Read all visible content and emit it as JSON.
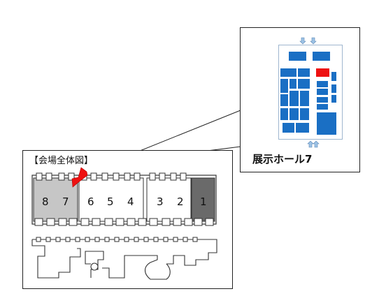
{
  "overview": {
    "title": "【会場全体図】",
    "hall_numbers": [
      "8",
      "7",
      "6",
      "5",
      "4",
      "3",
      "2",
      "1"
    ]
  },
  "detail": {
    "title": "展示ホール7"
  },
  "colors": {
    "booth_blue": "#1a6fc4",
    "booth_highlight": "#ee1111",
    "hall_grey_light": "#c6c6c6",
    "hall_grey_dark": "#6a6a6a",
    "pointer_arrow": "#ee1111",
    "entrance_arrow": "#9dc3e6"
  }
}
